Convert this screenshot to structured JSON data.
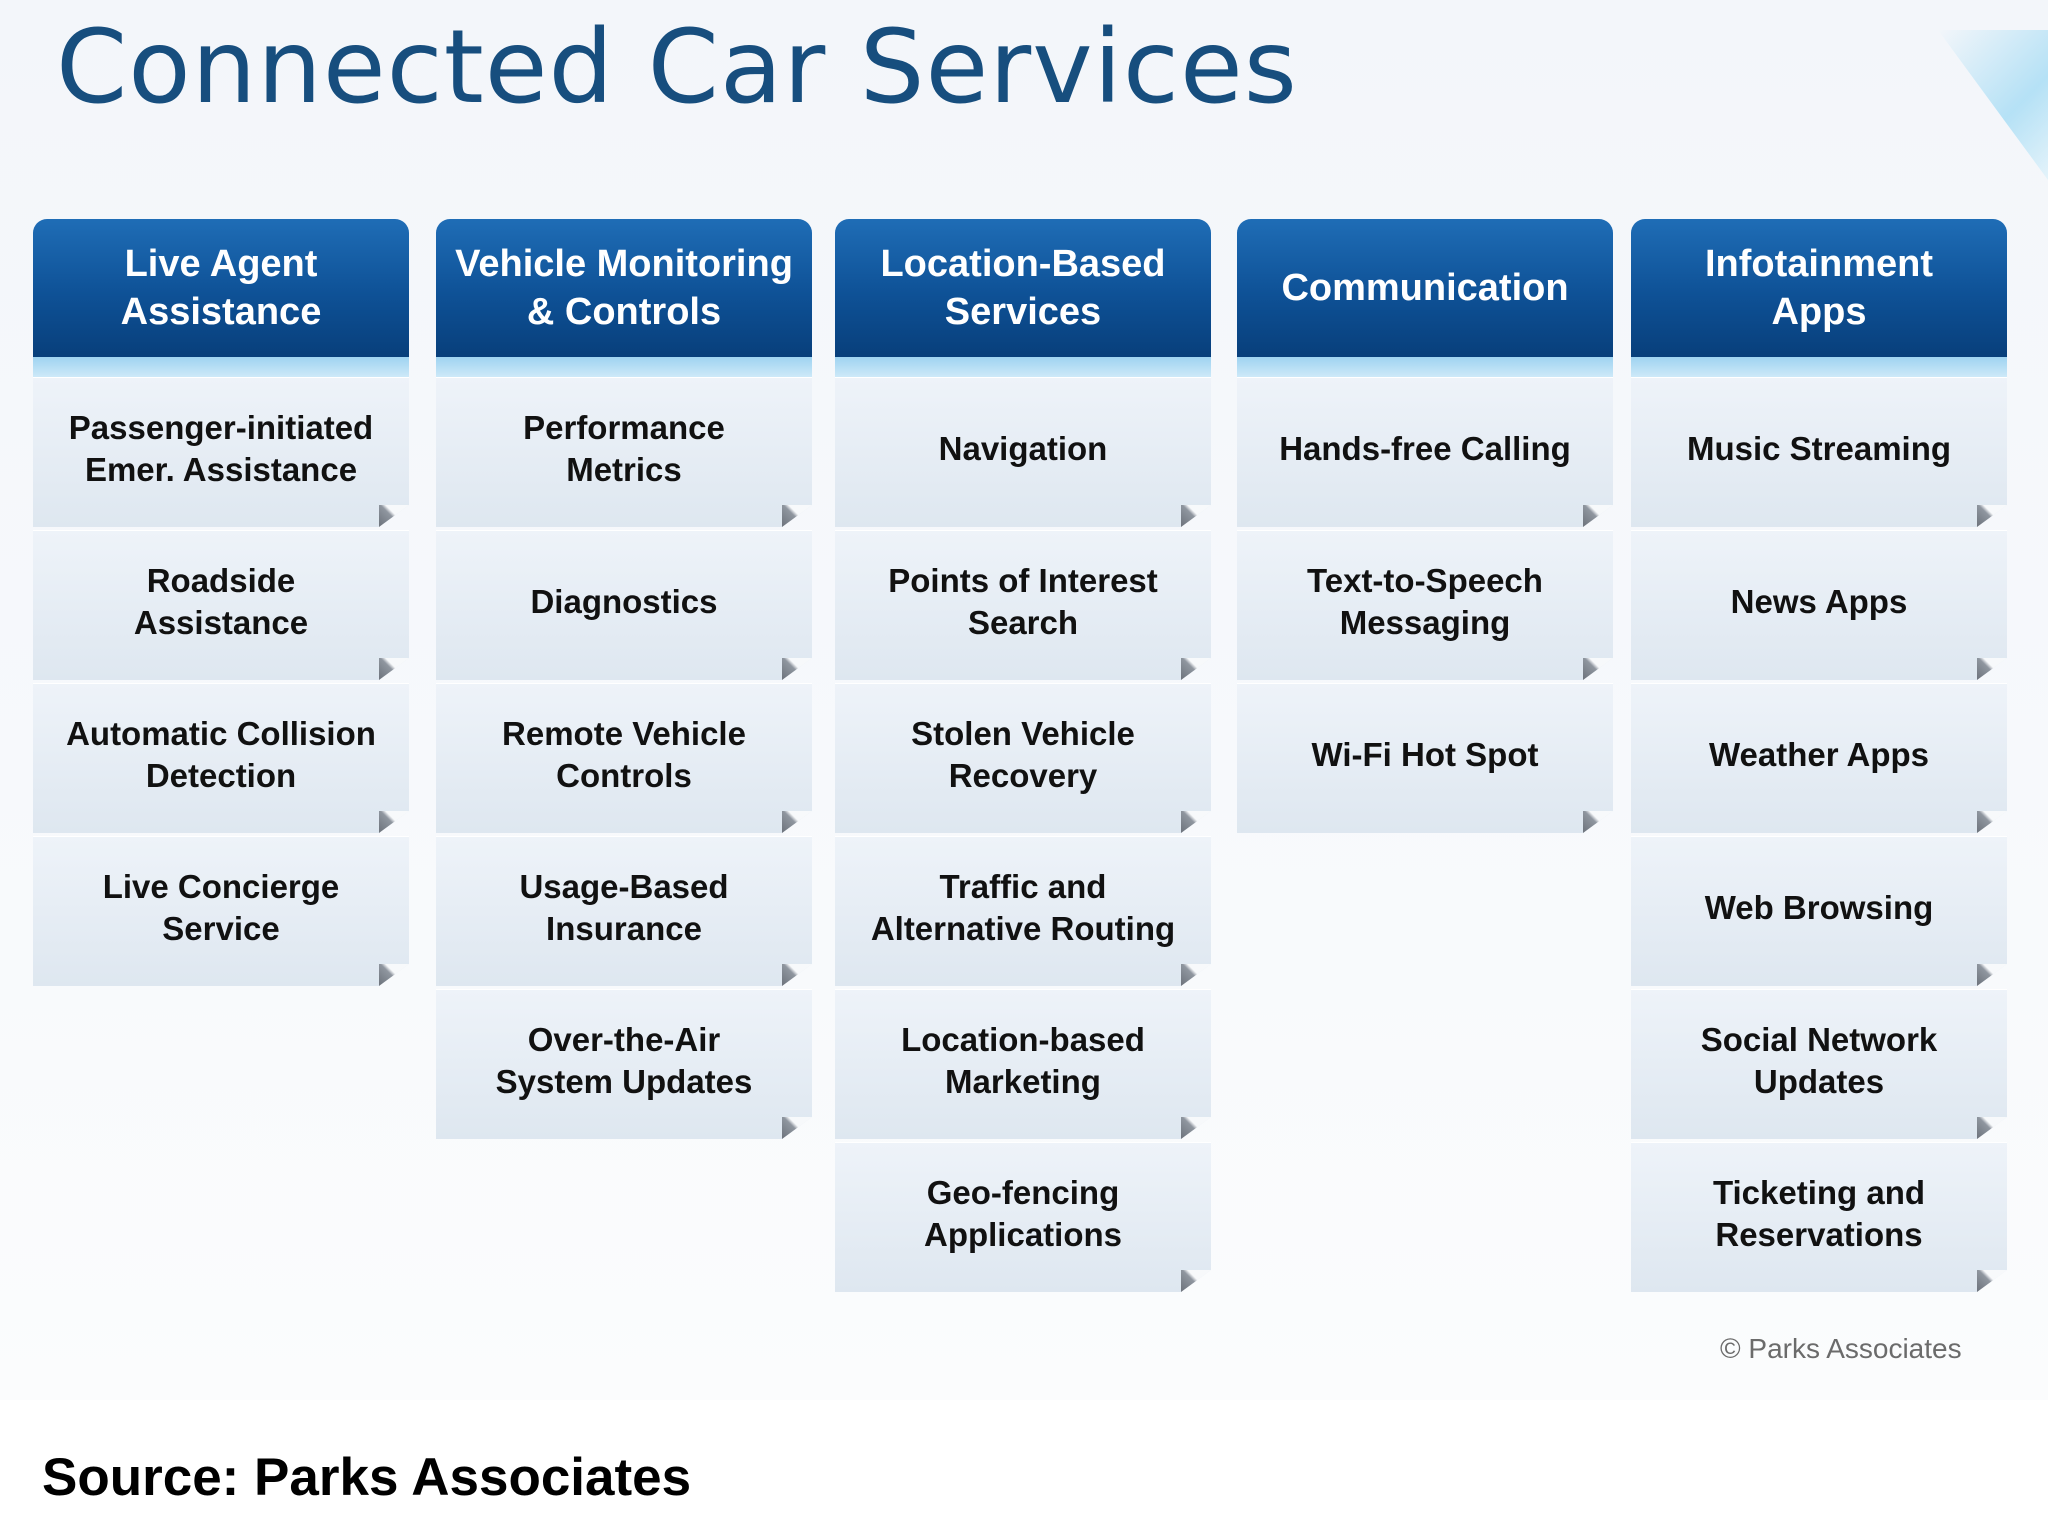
{
  "title": "Connected Car Services",
  "columns": [
    {
      "header": "Live Agent\nAssistance",
      "items": [
        "Passenger-initiated\nEmer. Assistance",
        "Roadside\nAssistance",
        "Automatic Collision\nDetection",
        "Live Concierge\nService"
      ]
    },
    {
      "header": "Vehicle Monitoring\n& Controls",
      "items": [
        "Performance\nMetrics",
        "Diagnostics",
        "Remote Vehicle\nControls",
        "Usage-Based\nInsurance",
        "Over-the-Air\nSystem Updates"
      ]
    },
    {
      "header": "Location-Based\nServices",
      "items": [
        "Navigation",
        "Points of Interest\nSearch",
        "Stolen Vehicle\nRecovery",
        "Traffic and\nAlternative Routing",
        "Location-based\nMarketing",
        "Geo-fencing\nApplications"
      ]
    },
    {
      "header": "Communication",
      "items": [
        "Hands-free Calling",
        "Text-to-Speech\nMessaging",
        "Wi-Fi Hot Spot"
      ]
    },
    {
      "header": "Infotainment\nApps",
      "items": [
        "Music Streaming",
        "News Apps",
        "Weather Apps",
        "Web Browsing",
        "Social Network\nUpdates",
        "Ticketing and\nReservations"
      ]
    }
  ],
  "copyright": "© Parks Associates",
  "source": "Source: Parks Associates",
  "colors": {
    "title": "#174e7e",
    "header": "#0e5196",
    "header_band": "#9fd3f1",
    "item_bg": "#e6edf5"
  }
}
